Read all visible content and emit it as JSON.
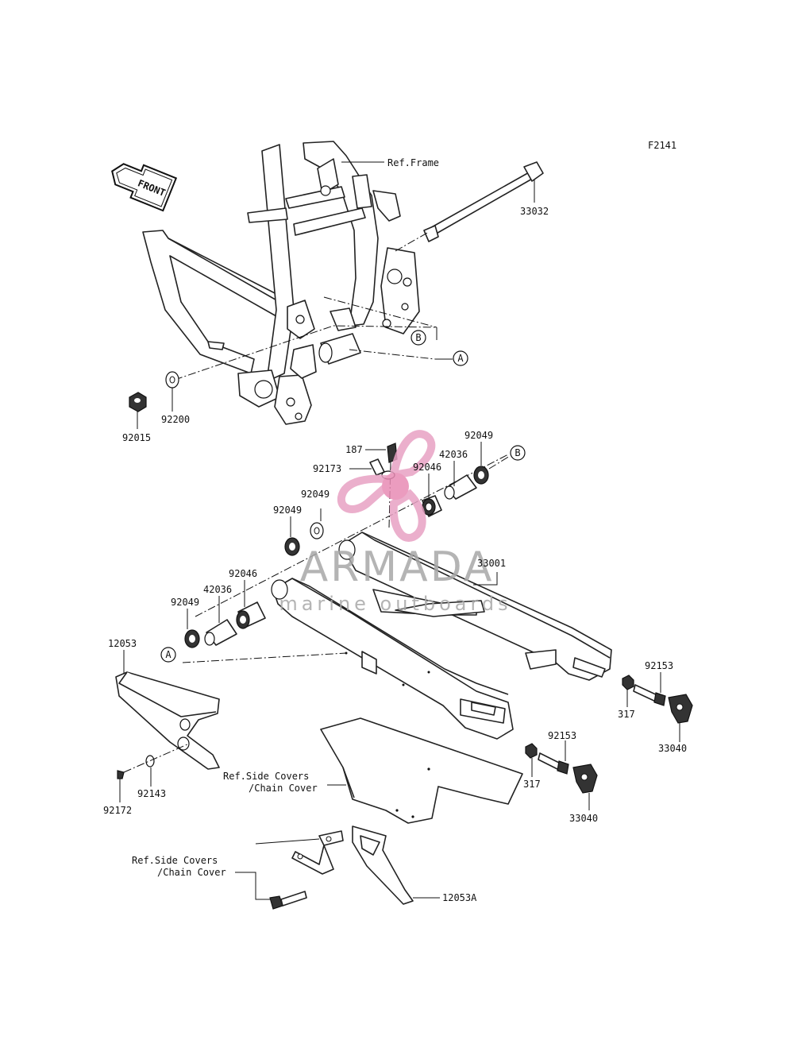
{
  "diagram": {
    "code": "F2141",
    "front_label": "FRONT",
    "refs": {
      "frame": "Ref.Frame",
      "side_covers_1_line1": "Ref.Side Covers",
      "side_covers_1_line2": "/Chain Cover",
      "side_covers_2_line1": "Ref.Side Covers",
      "side_covers_2_line2": "/Chain Cover"
    },
    "markers": {
      "a": "A",
      "b": "B"
    },
    "parts": {
      "p33032": "33032",
      "p92015": "92015",
      "p92200": "92200",
      "p187": "187",
      "p92173": "92173",
      "p92046_top": "92046",
      "p42036_top": "42036",
      "p92049_top": "92049",
      "p92049_mid_a": "92049",
      "p92049_mid_b": "92049",
      "p33001": "33001",
      "p92046_low": "92046",
      "p42036_low": "42036",
      "p92049_low": "92049",
      "p12053": "12053",
      "p92153_right": "92153",
      "p317_right": "317",
      "p33040_right": "33040",
      "p92153_mid": "92153",
      "p317_mid": "317",
      "p33040_mid": "33040",
      "p92143": "92143",
      "p92172": "92172",
      "p12053A": "12053A"
    }
  },
  "watermark": {
    "brand": "ARMADA",
    "tagline": "marine outboards",
    "colors": {
      "logo": "#e8a2c4",
      "logo_center": "#e88bb4",
      "text": "#a8a8a8"
    }
  }
}
